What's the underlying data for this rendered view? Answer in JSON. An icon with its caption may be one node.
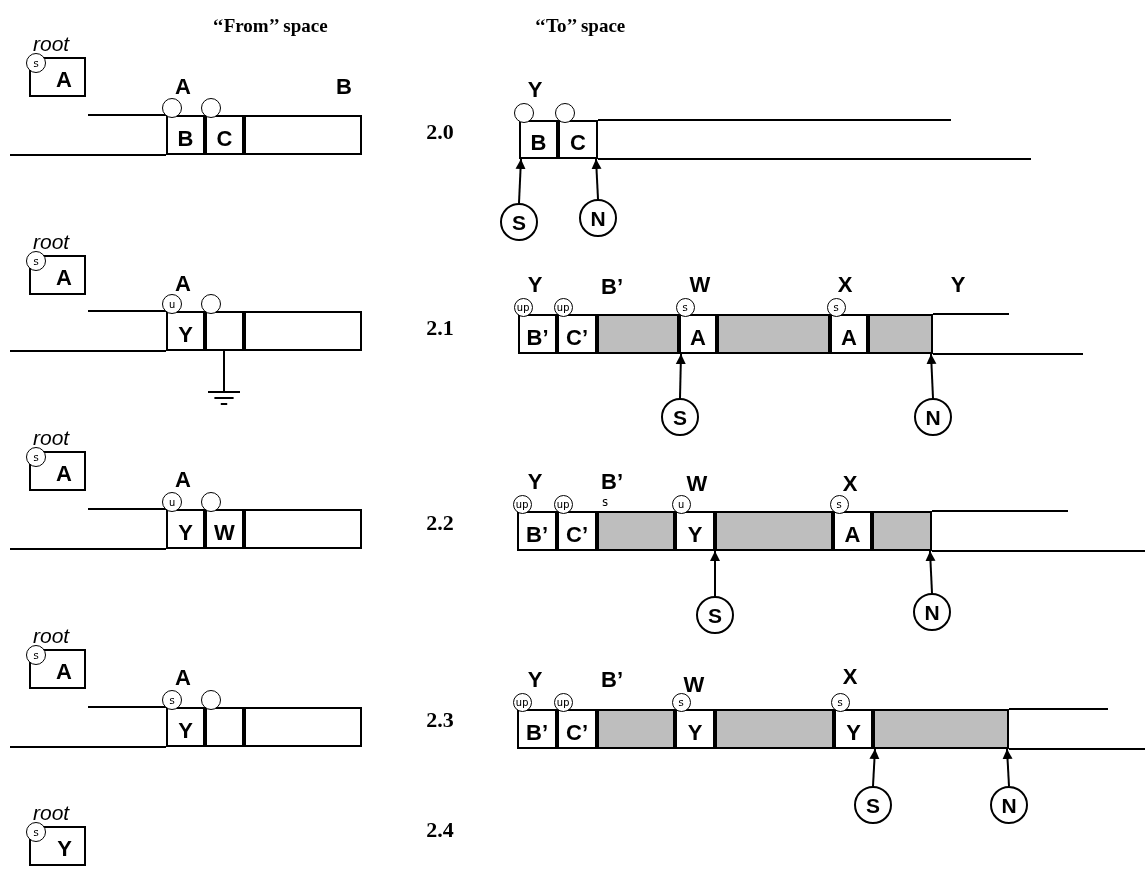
{
  "diagram": {
    "nodes": [
      {
        "text": [
          "root",
          "A"
        ]
      },
      {
        "text": [
          "s"
        ]
      },
      {
        "text": [
          "B"
        ]
      },
      {
        "text": [],
        "shape": "circle"
      },
      {
        "text": [
          "C"
        ]
      },
      {
        "text": [],
        "shape": "circle"
      },
      {
        "text": [],
        "shape": "box"
      },
      {
        "text": [
          "B"
        ]
      },
      {
        "text": [],
        "shape": "circle"
      },
      {
        "text": [
          "C"
        ]
      },
      {
        "text": [],
        "shape": "circle"
      },
      {
        "text": [
          "S"
        ]
      },
      {
        "text": [
          "N"
        ]
      },
      {
        "text": [
          "root",
          "A"
        ]
      },
      {
        "text": [
          "s"
        ]
      },
      {
        "text": [
          "Y"
        ]
      },
      {
        "text": [
          "u"
        ]
      },
      {
        "text": [],
        "shape": "box"
      },
      {
        "text": [],
        "shape": "circle"
      },
      {
        "text": [],
        "shape": "box"
      },
      {
        "text": [],
        "shape": "ground"
      },
      {
        "text": [
          "B’"
        ]
      },
      {
        "text": [
          "up"
        ]
      },
      {
        "text": [
          "C’"
        ]
      },
      {
        "text": [
          "up"
        ]
      },
      {
        "text": [],
        "shape": "box"
      },
      {
        "text": [
          "A"
        ]
      },
      {
        "text": [
          "s"
        ]
      },
      {
        "text": [],
        "shape": "box"
      },
      {
        "text": [
          "A"
        ]
      },
      {
        "text": [
          "s"
        ]
      },
      {
        "text": [],
        "shape": "box"
      },
      {
        "text": [
          "S"
        ]
      },
      {
        "text": [
          "N"
        ]
      },
      {
        "text": [
          "root",
          "A"
        ]
      },
      {
        "text": [
          "s"
        ]
      },
      {
        "text": [
          "Y"
        ]
      },
      {
        "text": [
          "u"
        ]
      },
      {
        "text": [
          "W"
        ]
      },
      {
        "text": [],
        "shape": "circle"
      },
      {
        "text": [],
        "shape": "box"
      },
      {
        "text": [
          "B’"
        ]
      },
      {
        "text": [
          "up"
        ]
      },
      {
        "text": [
          "C’"
        ]
      },
      {
        "text": [
          "up"
        ]
      },
      {
        "text": [],
        "shape": "box"
      },
      {
        "text": [
          "Y"
        ]
      },
      {
        "text": [
          "u"
        ]
      },
      {
        "text": [],
        "shape": "box"
      },
      {
        "text": [
          "A"
        ]
      },
      {
        "text": [
          "s"
        ]
      },
      {
        "text": [],
        "shape": "box"
      },
      {
        "text": [
          "S"
        ]
      },
      {
        "text": [
          "N"
        ]
      },
      {
        "text": [
          "root",
          "A"
        ]
      },
      {
        "text": [
          "s"
        ]
      },
      {
        "text": [
          "Y"
        ]
      },
      {
        "text": [
          "s"
        ]
      },
      {
        "text": [],
        "shape": "box"
      },
      {
        "text": [],
        "shape": "circle"
      },
      {
        "text": [],
        "shape": "box"
      },
      {
        "text": [
          "B’"
        ]
      },
      {
        "text": [
          "up"
        ]
      },
      {
        "text": [
          "C’"
        ]
      },
      {
        "text": [
          "up"
        ]
      },
      {
        "text": [],
        "shape": "box"
      },
      {
        "text": [
          "Y"
        ]
      },
      {
        "text": [
          "s"
        ]
      },
      {
        "text": [],
        "shape": "box"
      },
      {
        "text": [
          "Y"
        ]
      },
      {
        "text": [
          "s"
        ]
      },
      {
        "text": [],
        "shape": "box"
      },
      {
        "text": [
          "S"
        ]
      },
      {
        "text": [
          "N"
        ]
      },
      {
        "text": [
          "root",
          "Y"
        ]
      },
      {
        "text": [
          "s"
        ]
      }
    ],
    "edges": [
      {
        "from": 11,
        "to": 7,
        "arrow": "to"
      },
      {
        "from": 12,
        "to": 9,
        "arrow": "to"
      },
      {
        "from": 17,
        "to": 20,
        "arrow": "other"
      },
      {
        "from": 32,
        "to": 26,
        "arrow": "to"
      },
      {
        "from": 33,
        "to": 31,
        "arrow": "to"
      },
      {
        "from": 52,
        "to": 46,
        "arrow": "to"
      },
      {
        "from": 53,
        "to": 51,
        "arrow": "to"
      },
      {
        "from": 72,
        "to": 69,
        "arrow": "to"
      },
      {
        "from": 73,
        "to": 71,
        "arrow": "to"
      }
    ],
    "labels": [
      "‘‘From’’ space",
      "‘‘To’’ space",
      "A",
      "B",
      "2.0",
      "Y",
      "A",
      "2.1",
      "Y",
      "B’",
      "W",
      "X",
      "Y",
      "A",
      "2.2",
      "Y",
      "B’",
      "W",
      "X",
      "s",
      "A",
      "2.3",
      "Y",
      "B’",
      "W",
      "X",
      "2.4"
    ]
  }
}
